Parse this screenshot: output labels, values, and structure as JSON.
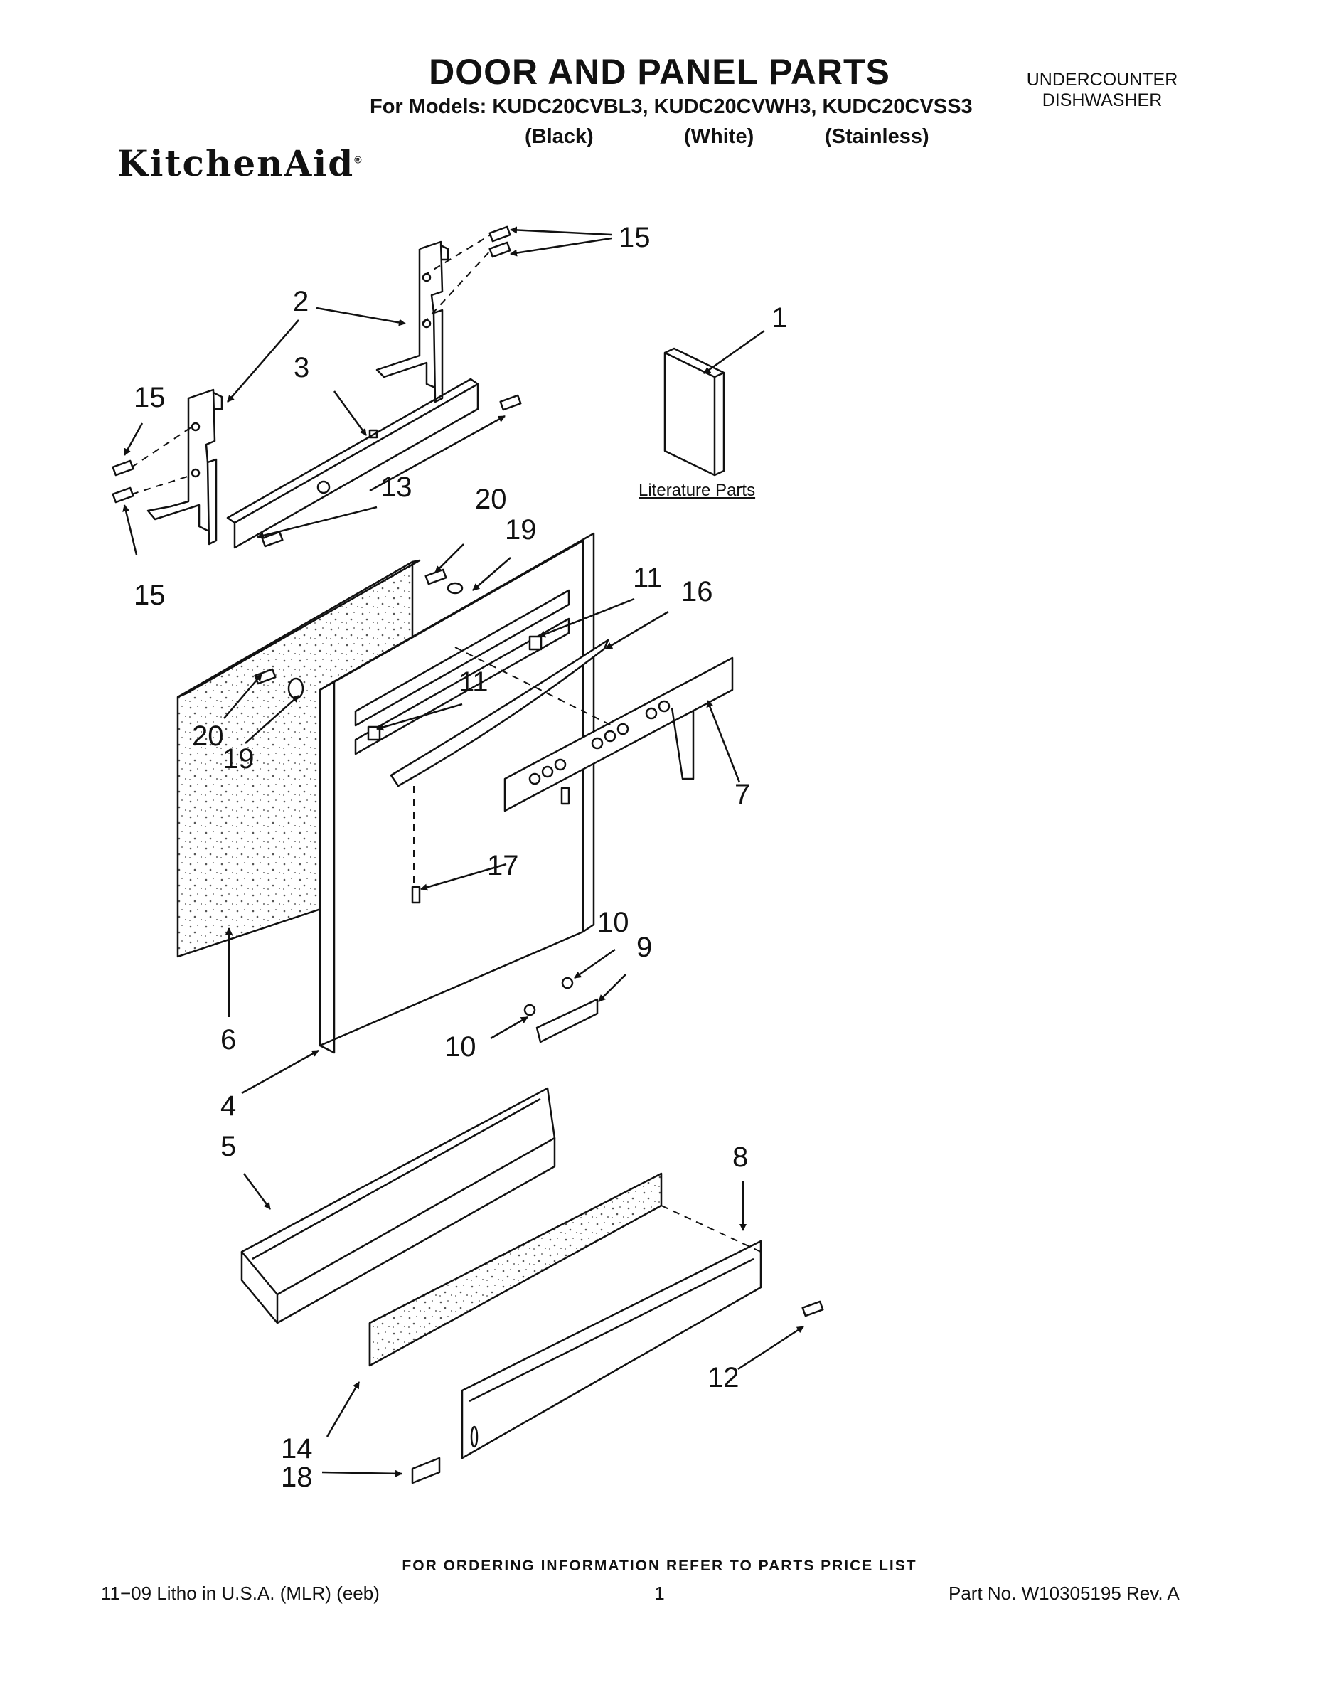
{
  "header": {
    "title": "DOOR AND PANEL PARTS",
    "models_line": "For Models: KUDC20CVBL3, KUDC20CVWH3, KUDC20CVSS3",
    "variants": [
      "(Black)",
      "(White)",
      "(Stainless)"
    ],
    "product_type": [
      "UNDERCOUNTER",
      "DISHWASHER"
    ],
    "brand": "KitchenAid",
    "brand_mark": "®"
  },
  "diagram": {
    "literature_label": "Literature Parts",
    "callouts": [
      "15",
      "15",
      "15",
      "2",
      "1",
      "3",
      "13",
      "20",
      "19",
      "11",
      "16",
      "11",
      "20",
      "19",
      "7",
      "17",
      "6",
      "10",
      "9",
      "10",
      "4",
      "5",
      "8",
      "14",
      "12",
      "18"
    ]
  },
  "footer": {
    "ordering_note": "FOR ORDERING INFORMATION REFER TO PARTS PRICE LIST",
    "litho": "11−09 Litho in U.S.A. (MLR) (eeb)",
    "page_number": "1",
    "part_number": "Part No. W10305195 Rev. A"
  }
}
